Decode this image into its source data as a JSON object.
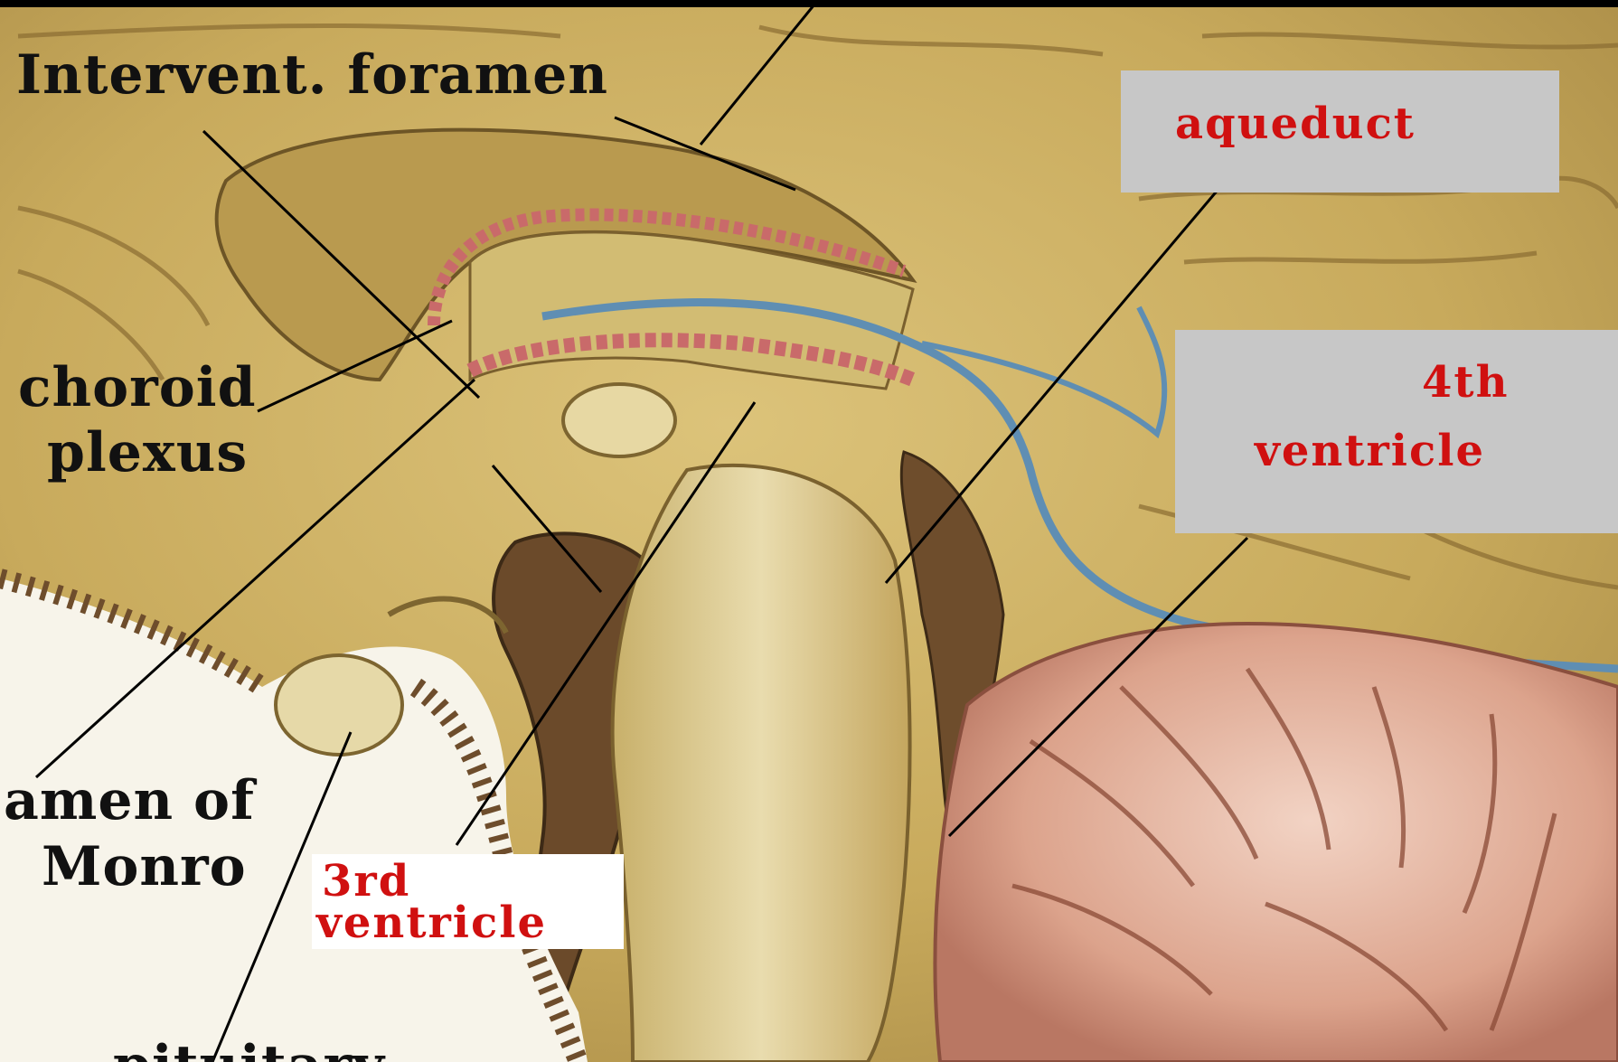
{
  "labels": {
    "intervent_foramen": "Intervent. foramen",
    "aqueduct": "aqueduct",
    "choroid_line1": "choroid",
    "choroid_line2": "plexus",
    "fourth_line1": "4th",
    "fourth_line2": "ventricle",
    "monro_line1": "amen of",
    "monro_line2": "Monro",
    "third_line1": "3rd",
    "third_line2": "ventricle",
    "pituitary": "pituitary"
  },
  "colors": {
    "black_label": "#111111",
    "red_label": "#d01010",
    "label_box": "#c7c7c7",
    "tissue": "#c9ad5e",
    "cerebellum": "#dba48e"
  }
}
